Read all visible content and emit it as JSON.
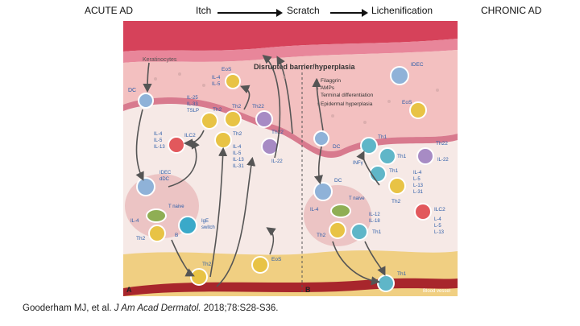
{
  "header": {
    "left": "ACUTE AD",
    "itch": "Itch",
    "scratch": "Scratch",
    "lichenification": "Lichenification",
    "right": "CHRONIC AD"
  },
  "citation": {
    "authors": "Gooderham MJ, et al.",
    "journal": "J Am Acad Dermatol.",
    "details": "2018;78:S28-S36."
  },
  "figure": {
    "panel_a": "A",
    "panel_b": "B",
    "top_title": "Disrupted barrier/hyperplasia",
    "keratinocytes": "Keratinocytes",
    "barrier_list": [
      "↓ Filaggrin",
      "↓ AMPs",
      "↓ Terminal differentiation",
      "↑ Epidermal hyperplasia"
    ],
    "dc": "DC",
    "eos": "EoS",
    "idec": "IDEC",
    "il4_il5": [
      "IL-4",
      "IL-5"
    ],
    "il25_list": [
      "IL-25",
      "IL-33",
      "TSLP"
    ],
    "th2": "Th2",
    "th22": "Th22",
    "il4_il5_il13": [
      "IL-4",
      "IL-5",
      "IL-13"
    ],
    "ilc2": "ILC2",
    "il22": "IL-22",
    "th2_cytokines": [
      "IL-4",
      "IL-5",
      "IL-13",
      "IL-31"
    ],
    "idec_ddc": [
      "IDEC",
      "dDC"
    ],
    "t_naive": "T naive",
    "il4": "IL-4",
    "b_cell": "B",
    "ige_switch": [
      "IgE",
      "switch"
    ],
    "th1": "Th1",
    "ifng": "INFγ",
    "il12_il18": [
      "IL-12",
      "IL-18"
    ],
    "th1_cytokines": [
      "IL-4",
      "L-5",
      "L-13",
      "L-31"
    ],
    "ilc2_cytokines": [
      "L-4",
      "L-5",
      "L-13"
    ],
    "blood_vessel": "Blood vessel"
  },
  "colors": {
    "skin_top": "#d6425a",
    "epidermis": "#f3c0c0",
    "dermis": "#f6e9e6",
    "fat": "#f0cf82",
    "vessel": "#a8262c",
    "th2_cell": "#e8c345",
    "th22_cell": "#a78bc4",
    "th1_cell": "#5fb6c8",
    "ilc2_cell": "#e2585c",
    "dc_cell": "#8fb2d8",
    "label_blue": "#2b5ca8"
  }
}
